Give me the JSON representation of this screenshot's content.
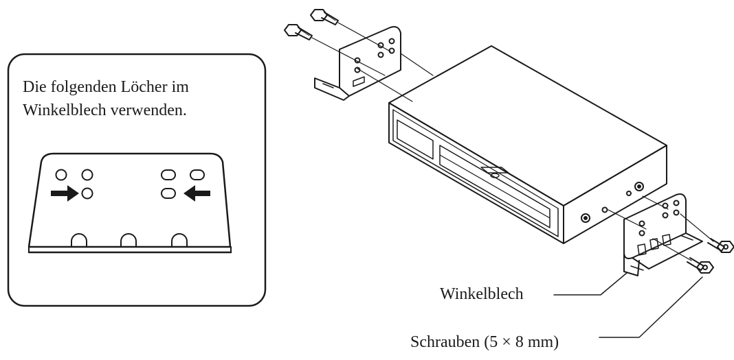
{
  "note_box": {
    "line1": "Die folgenden Löcher im",
    "line2": "Winkelblech verwenden."
  },
  "labels": {
    "bracket": "Winkelblech",
    "screws": "Schrauben (5 × 8 mm)"
  },
  "colors": {
    "ink": "#1a1a1a",
    "paper": "#ffffff"
  }
}
